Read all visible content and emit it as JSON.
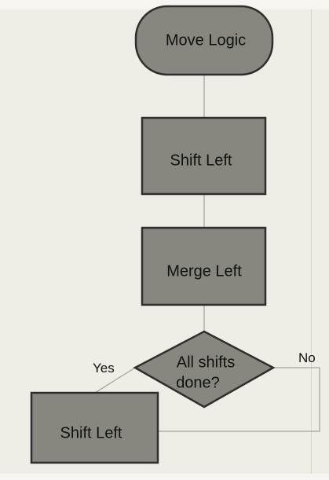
{
  "colors": {
    "background": "#efede5",
    "node_fill": "#878780",
    "node_stroke": "#2e2e2e",
    "connector": "#a5a5a0",
    "text": "#111111"
  },
  "nodes": {
    "start": {
      "label": "Move Logic"
    },
    "shift_left_1": {
      "label": "Shift Left"
    },
    "merge_left": {
      "label": "Merge Left"
    },
    "decision": {
      "line1": "All shifts",
      "line2": "done?"
    },
    "shift_left_2": {
      "label": "Shift Left"
    }
  },
  "edges": {
    "yes_label": "Yes",
    "no_label": "No"
  }
}
